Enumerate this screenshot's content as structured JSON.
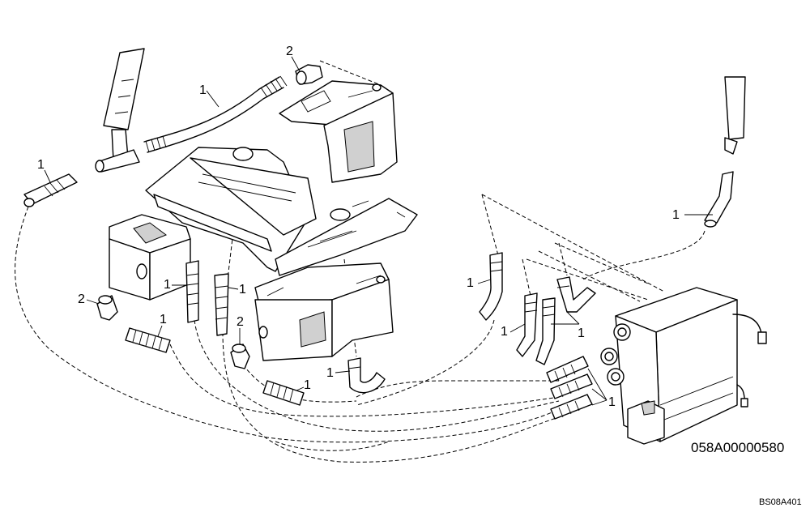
{
  "callouts": {
    "hose": "1",
    "elbow": "2"
  },
  "part_number": "058A00000580",
  "drawing_ref": "BS08A401"
}
